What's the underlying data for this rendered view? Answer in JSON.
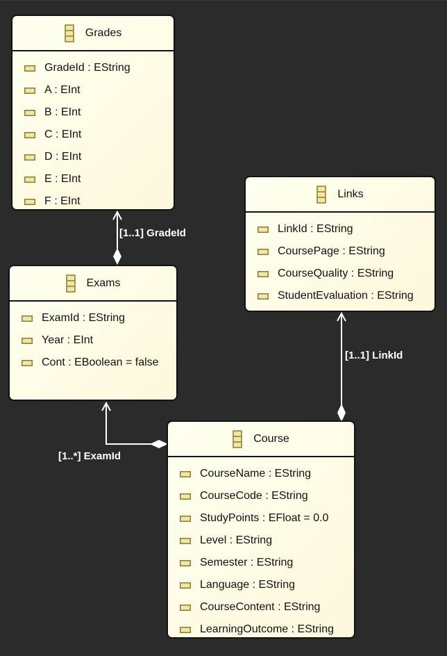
{
  "diagram": {
    "classes": {
      "grades": {
        "name": "Grades",
        "attributes": [
          "GradeId : EString",
          "A : EInt",
          "B : EInt",
          "C : EInt",
          "D : EInt",
          "E : EInt",
          "F : EInt"
        ]
      },
      "exams": {
        "name": "Exams",
        "attributes": [
          "ExamId : EString",
          "Year : EInt",
          "Cont : EBoolean = false"
        ]
      },
      "links": {
        "name": "Links",
        "attributes": [
          "LinkId : EString",
          "CoursePage : EString",
          "CourseQuality : EString",
          "StudentEvaluation : EString"
        ]
      },
      "course": {
        "name": "Course",
        "attributes": [
          "CourseName : EString",
          "CourseCode : EString",
          "StudyPoints : EFloat = 0.0",
          "Level : EString",
          "Semester : EString",
          "Language : EString",
          "CourseContent : EString",
          "LearningOutcome : EString"
        ]
      }
    },
    "relations": {
      "exams_grades": {
        "label": "[1..1] GradeId"
      },
      "course_exams": {
        "label": "[1..*] ExamId"
      },
      "course_links": {
        "label": "[1..1] LinkId"
      }
    },
    "colors": {
      "background": "#2b2b2b",
      "class_fill": "#fdf8dc",
      "border": "#111111",
      "icon_fill": "#f2e6a6",
      "icon_stroke": "#8a7a34",
      "edge": "#ffffff"
    },
    "icons": {
      "class": "eclass-icon",
      "attribute": "eattribute-icon"
    }
  }
}
